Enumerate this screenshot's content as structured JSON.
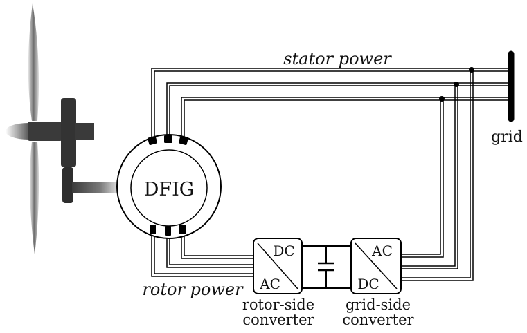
{
  "labels": {
    "stator_power": "stator power",
    "rotor_power": "rotor power",
    "grid": "grid",
    "generator": "DFIG",
    "rotor_converter": {
      "line1": "rotor-side",
      "line2": "converter",
      "dc": "DC",
      "ac": "AC"
    },
    "grid_converter": {
      "line1": "grid-side",
      "line2": "converter",
      "ac": "AC",
      "dc": "DC"
    }
  },
  "colors": {
    "line": "#000000",
    "turbine_dark": "#3a3a3a",
    "blade_gray": "#6b6b6b"
  }
}
